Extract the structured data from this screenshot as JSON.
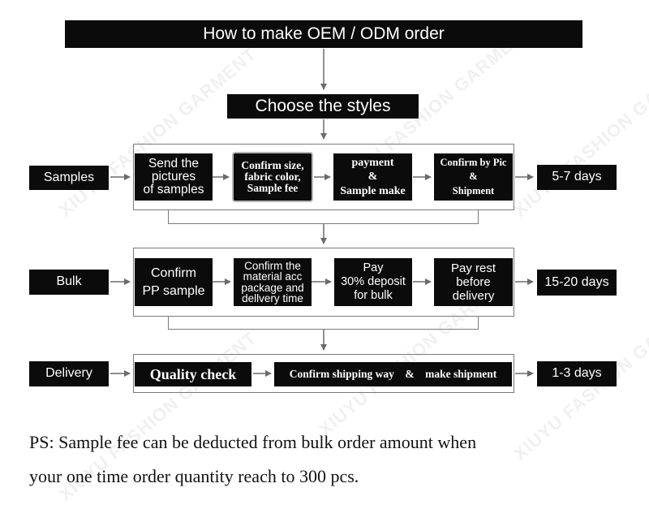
{
  "title": "How to make OEM / ODM order",
  "choose": "Choose the styles",
  "watermark": "XIUYU FASHION GARMENT",
  "rows": {
    "samples": {
      "label": "Samples",
      "steps": [
        "Send the\npictures\nof samples",
        "Confirm size,\nfabric color,\nSample fee",
        "payment\n&\nSample make",
        "Confirm by Pic\n&\nShipment"
      ],
      "duration": "5-7 days"
    },
    "bulk": {
      "label": "Bulk",
      "steps": [
        "Confirm\nPP sample",
        "Confirm the\nmaterial acc\npackage and\ndellvery time",
        "Pay\n30% deposit\nfor bulk",
        "Pay rest\nbefore\ndelivery"
      ],
      "duration": "15-20 days"
    },
    "delivery": {
      "label": "Delivery",
      "steps": [
        "Quality check",
        "Confirm shipping way    &    make shipment"
      ],
      "duration": "1-3 days"
    }
  },
  "ps": {
    "line1": "PS: Sample fee can be deducted from bulk order amount when",
    "line2": "your one time order quantity reach to 300 pcs."
  }
}
